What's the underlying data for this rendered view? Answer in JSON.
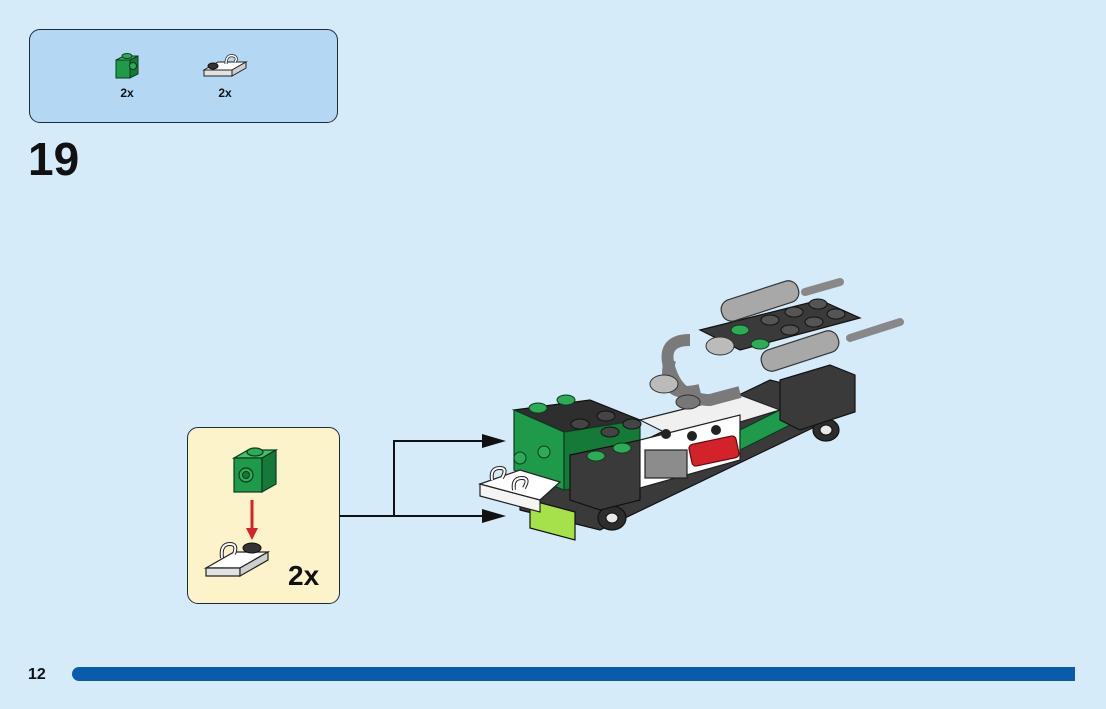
{
  "parts_list": {
    "items": [
      {
        "icon": "green-brick-with-side-stud-icon",
        "quantity": "2x",
        "color": "#1f9a4b"
      },
      {
        "icon": "white-clip-plate-icon",
        "quantity": "2x",
        "color": "#f2f2f2"
      }
    ]
  },
  "step": {
    "number": "19"
  },
  "callout": {
    "multiplier": "2x"
  },
  "footer": {
    "page_number": "12",
    "progress": 0.97
  },
  "colors": {
    "background": "#d6ebfa",
    "parts_box": "#b4d8f3",
    "callout_box": "#fdf3cb",
    "progress_bar": "#0a5cab",
    "arrow_red": "#d2232a"
  }
}
